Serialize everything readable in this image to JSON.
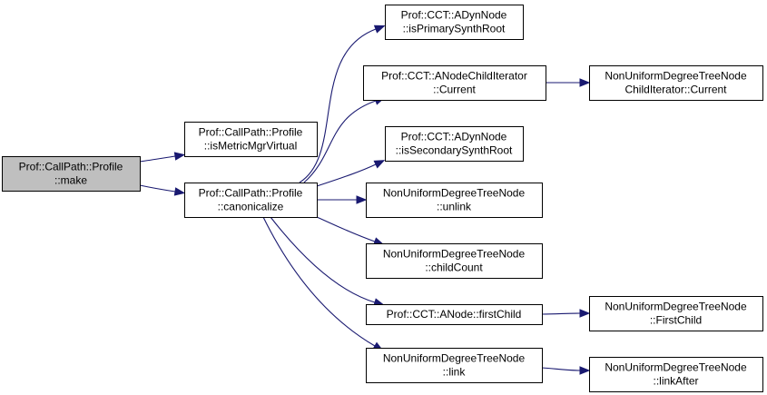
{
  "diagram": {
    "type": "call-graph",
    "colors": {
      "edge": "#191970",
      "root_fill": "#bfbfbf",
      "node_fill": "#ffffff",
      "node_border": "#000000"
    },
    "nodes": [
      {
        "id": "make",
        "lines": [
          "Prof::CallPath::Profile",
          "::make"
        ],
        "root": true
      },
      {
        "id": "isMetricMgrVirtual",
        "lines": [
          "Prof::CallPath::Profile",
          "::isMetricMgrVirtual"
        ]
      },
      {
        "id": "canonicalize",
        "lines": [
          "Prof::CallPath::Profile",
          "::canonicalize"
        ]
      },
      {
        "id": "isPrimarySynthRoot",
        "lines": [
          "Prof::CCT::ADynNode",
          "::isPrimarySynthRoot"
        ]
      },
      {
        "id": "ANodeChildIteratorCurrent",
        "lines": [
          "Prof::CCT::ANodeChildIterator",
          "::Current"
        ]
      },
      {
        "id": "NUDTNChildIteratorCurrent",
        "lines": [
          "NonUniformDegreeTreeNode",
          "ChildIterator::Current"
        ]
      },
      {
        "id": "isSecondarySynthRoot",
        "lines": [
          "Prof::CCT::ADynNode",
          "::isSecondarySynthRoot"
        ]
      },
      {
        "id": "unlink",
        "lines": [
          "NonUniformDegreeTreeNode",
          "::unlink"
        ]
      },
      {
        "id": "childCount",
        "lines": [
          "NonUniformDegreeTreeNode",
          "::childCount"
        ]
      },
      {
        "id": "firstChild",
        "lines": [
          "Prof::CCT::ANode::firstChild"
        ]
      },
      {
        "id": "FirstChild",
        "lines": [
          "NonUniformDegreeTreeNode",
          "::FirstChild"
        ]
      },
      {
        "id": "link",
        "lines": [
          "NonUniformDegreeTreeNode",
          "::link"
        ]
      },
      {
        "id": "linkAfter",
        "lines": [
          "NonUniformDegreeTreeNode",
          "::linkAfter"
        ]
      }
    ],
    "edges": [
      {
        "from": "make",
        "to": "isMetricMgrVirtual"
      },
      {
        "from": "make",
        "to": "canonicalize"
      },
      {
        "from": "canonicalize",
        "to": "isPrimarySynthRoot"
      },
      {
        "from": "canonicalize",
        "to": "ANodeChildIteratorCurrent"
      },
      {
        "from": "canonicalize",
        "to": "isSecondarySynthRoot"
      },
      {
        "from": "canonicalize",
        "to": "unlink"
      },
      {
        "from": "canonicalize",
        "to": "childCount"
      },
      {
        "from": "canonicalize",
        "to": "firstChild"
      },
      {
        "from": "canonicalize",
        "to": "link"
      },
      {
        "from": "ANodeChildIteratorCurrent",
        "to": "NUDTNChildIteratorCurrent"
      },
      {
        "from": "firstChild",
        "to": "FirstChild"
      },
      {
        "from": "link",
        "to": "linkAfter"
      }
    ]
  }
}
